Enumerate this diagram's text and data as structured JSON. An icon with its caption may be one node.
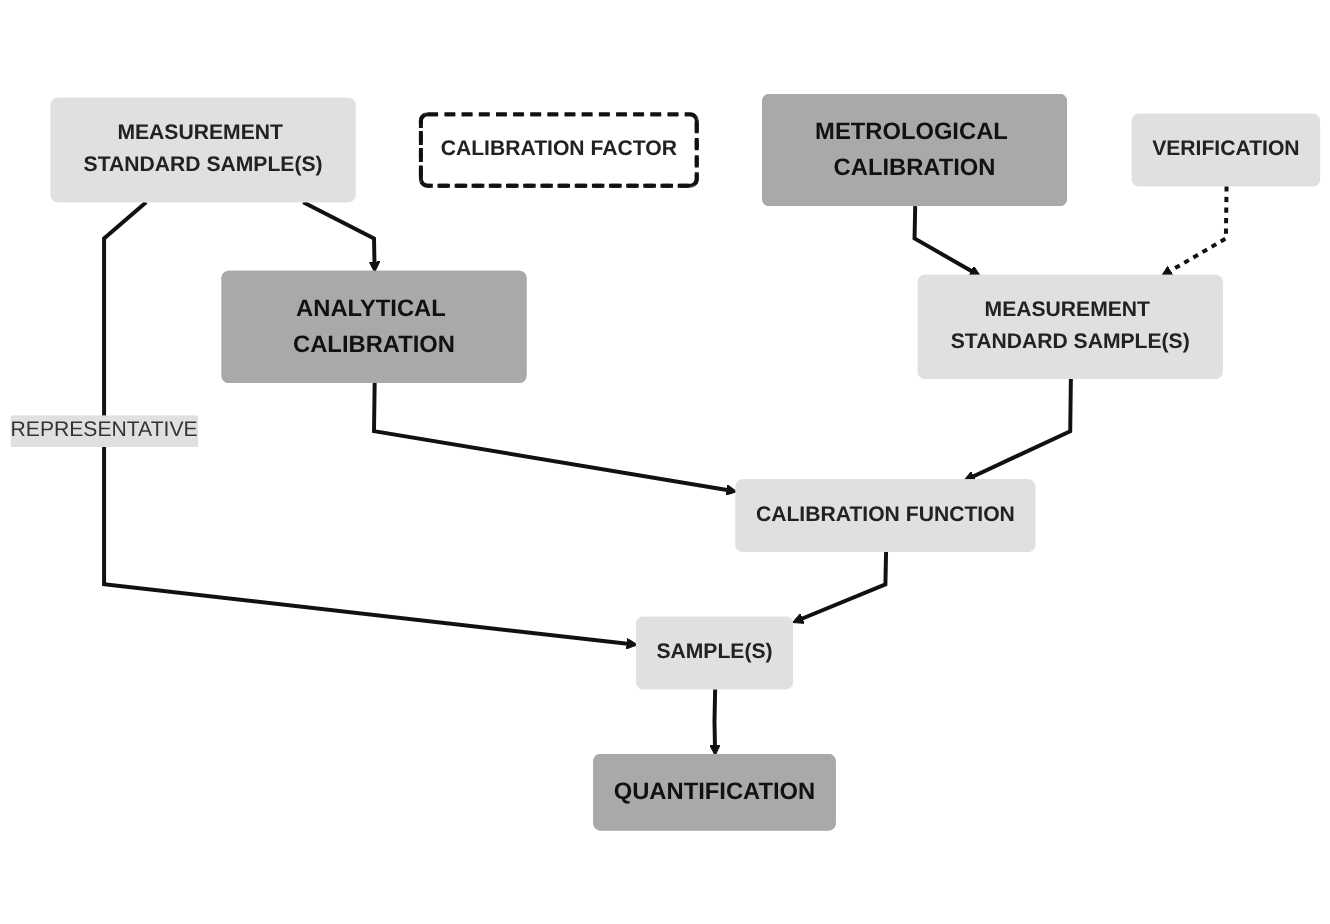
{
  "diagram": {
    "nodes": [
      {
        "text": [
          "MEASUREMENT STANDARD SAMPLE(S)"
        ]
      },
      {
        "text": [
          "ANALYTICAL CALIBRATION"
        ]
      },
      {
        "text": [
          "SAMPLE(S)"
        ]
      },
      {
        "text": [
          "CALIBRATION FUNCTION"
        ]
      },
      {
        "text": [
          "CALIBRATION FACTOR"
        ]
      },
      {
        "text": [
          "QUANTIFICATION"
        ]
      },
      {
        "text": [
          "MEASUREMENT STANDARD SAMPLE(S)"
        ]
      },
      {
        "text": [
          "METROLOGICAL CALIBRATION"
        ]
      },
      {
        "text": [
          "VERIFICATION"
        ]
      }
    ],
    "edges": [
      {
        "from": 0,
        "to": 1,
        "arrow": "to"
      },
      {
        "from": 0,
        "to": 2,
        "arrow": "to",
        "label": "REPRESENTATIVE"
      },
      {
        "from": 1,
        "to": 3,
        "arrow": "to"
      },
      {
        "from": 3,
        "to": 2,
        "arrow": "to"
      },
      {
        "from": 2,
        "to": 5,
        "arrow": "to"
      },
      {
        "from": 6,
        "to": 3,
        "arrow": "to"
      },
      {
        "from": 7,
        "to": 6,
        "arrow": "to"
      },
      {
        "from": 8,
        "to": 6,
        "arrow": "to",
        "style": "dashed"
      }
    ]
  }
}
